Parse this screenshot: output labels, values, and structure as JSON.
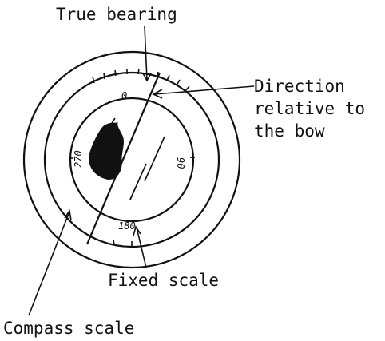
{
  "labels": {
    "true_bearing": "True bearing",
    "direction_line1": "Direction",
    "direction_line2": "relative to",
    "direction_line3": "the bow",
    "fixed_scale": "Fixed scale",
    "compass_scale": "Compass scale"
  },
  "scale_numbers": {
    "n0": "0",
    "n90": "90",
    "n180": "180",
    "n270": "270"
  }
}
